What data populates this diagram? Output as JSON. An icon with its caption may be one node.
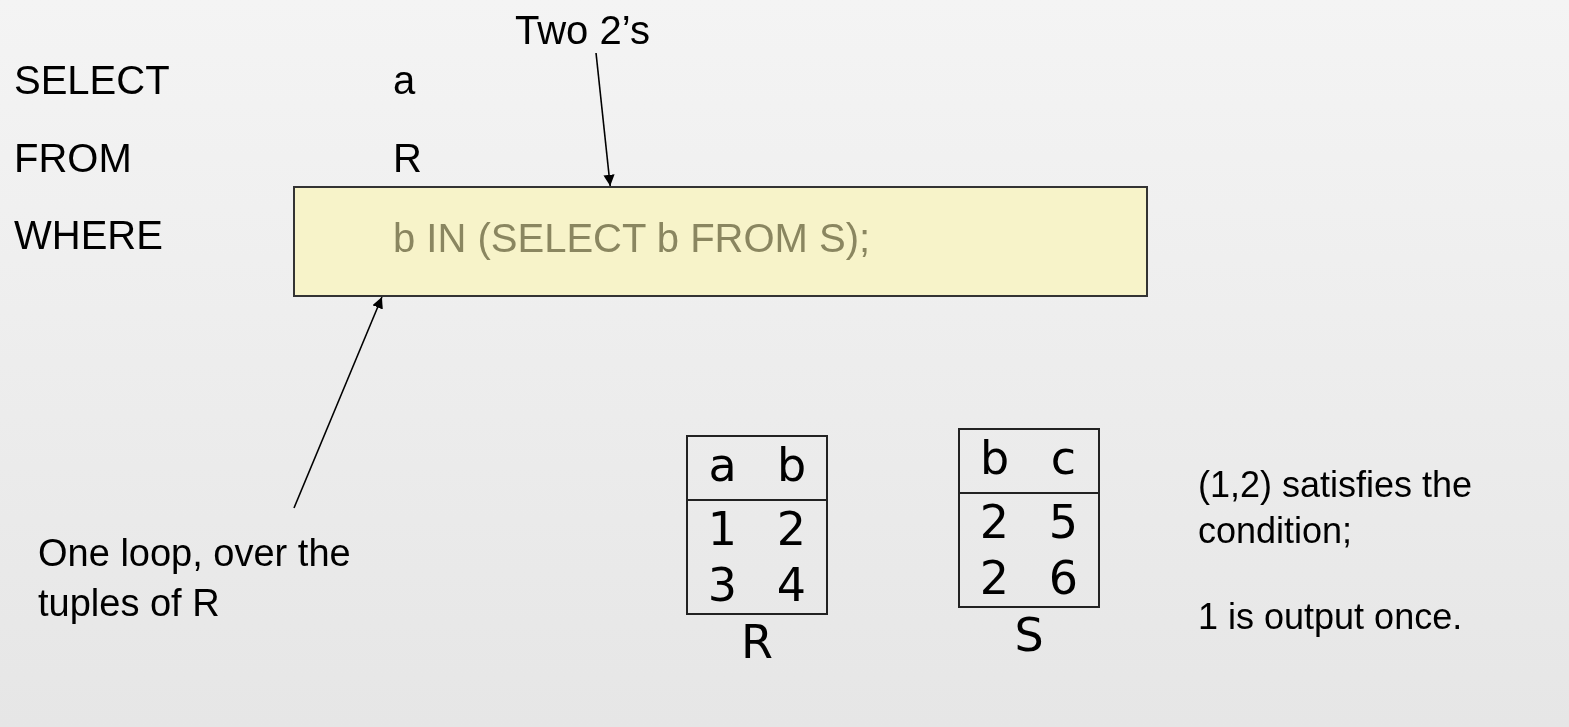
{
  "diagram": {
    "nodes": [
      {
        "text": [
          "Two 2’s"
        ]
      },
      {
        "text": [
          "b IN (SELECT b FROM S);"
        ]
      },
      {
        "text": [
          "One loop, over the tuples of R"
        ]
      }
    ],
    "edges": [
      {
        "from": 0,
        "to": 1,
        "arrow": "to"
      },
      {
        "from": 2,
        "to": 1,
        "arrow": "to"
      }
    ],
    "labels": [
      "SELECT",
      "a",
      "FROM",
      "R",
      "WHERE",
      "a",
      "b",
      "1",
      "2",
      "3",
      "4",
      "R",
      "b",
      "c",
      "2",
      "5",
      "2",
      "6",
      "S",
      "(1,2) satisfies the condition;",
      "1 is output once."
    ]
  }
}
